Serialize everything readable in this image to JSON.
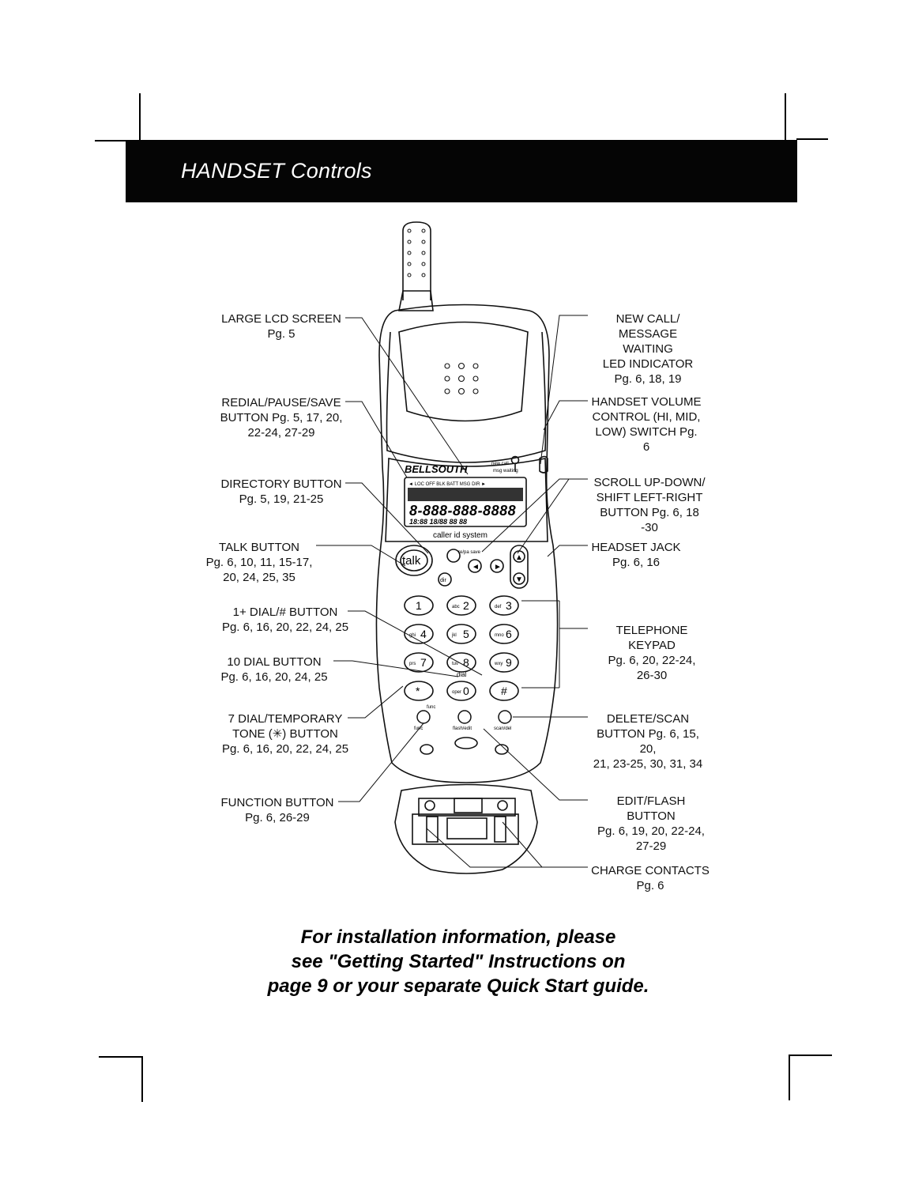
{
  "header": {
    "title": "HANDSET Controls"
  },
  "handset": {
    "brand": "BELLSOUTH",
    "new_call_text": "new call",
    "msg_waiting_text": "msg waiting",
    "lcd_top": "◄ LOC OFF  BLK  BATT  MSG DIR ►",
    "lcd_digits": "8-888-888-8888",
    "lcd_bottom": "18:88 18/88  88   88",
    "system_label": "caller id system",
    "talk_key": "talk",
    "dir_key": "dir",
    "redial_key": "re/pa save",
    "keys": [
      {
        "sub": "",
        "num": "1"
      },
      {
        "sub": "abc",
        "num": "2"
      },
      {
        "sub": "def",
        "num": "3"
      },
      {
        "sub": "ghi",
        "num": "4"
      },
      {
        "sub": "jkl",
        "num": "5"
      },
      {
        "sub": "mno",
        "num": "6"
      },
      {
        "sub": "prs",
        "num": "7"
      },
      {
        "sub": "tuv",
        "num": "8"
      },
      {
        "sub": "wxy",
        "num": "9"
      },
      {
        "sub": "",
        "num": "*"
      },
      {
        "sub": "oper",
        "num": "0"
      },
      {
        "sub": "",
        "num": "#"
      }
    ],
    "dial_text": "dial",
    "func_text": "func",
    "flash_text": "flash/edit",
    "scan_text": "scan/del"
  },
  "labels": {
    "large_lcd": "LARGE LCD SCREEN\nPg. 5",
    "redial": "REDIAL/PAUSE/SAVE\nBUTTON Pg. 5, 17, 20,\n22-24, 27-29",
    "directory": "DIRECTORY BUTTON\nPg. 5, 19, 21-25",
    "talk": "TALK BUTTON\nPg. 6, 10, 11, 15-17,\n20, 24, 25, 35",
    "one_plus": "1+ DIAL/# BUTTON\nPg. 6, 16, 20, 22, 24, 25",
    "ten_dial": "10 DIAL BUTTON\nPg. 6, 16, 20, 24, 25",
    "seven_dial": "7 DIAL/TEMPORARY\nTONE (✳) BUTTON\nPg. 6, 16, 20, 22, 24, 25",
    "function": "FUNCTION BUTTON\nPg. 6, 26-29",
    "new_call": "NEW CALL/\nMESSAGE WAITING\nLED INDICATOR\nPg. 6, 18, 19",
    "volume": "HANDSET VOLUME\nCONTROL (HI, MID,\nLOW) SWITCH Pg. 6",
    "scroll": "SCROLL UP-DOWN/\nSHIFT LEFT-RIGHT\nBUTTON Pg. 6, 18 -30",
    "headset": "HEADSET JACK\nPg. 6, 16",
    "keypad": "TELEPHONE KEYPAD\nPg. 6, 20, 22-24,\n26-30",
    "delete": "DELETE/SCAN\nBUTTON Pg. 6, 15, 20,\n21, 23-25, 30, 31, 34",
    "edit_flash": "EDIT/FLASH BUTTON\nPg. 6, 19, 20, 22-24,\n27-29",
    "charge": "CHARGE CONTACTS\nPg. 6"
  },
  "footer": {
    "line1": "For installation information, please",
    "line2": "see \"Getting Started\" Instructions on",
    "line3": "page 9 or your separate Quick Start guide."
  }
}
